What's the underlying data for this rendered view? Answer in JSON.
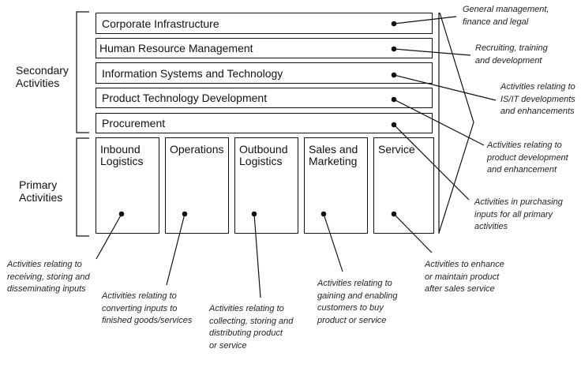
{
  "title": "Value Chain",
  "groups": {
    "secondary": "Secondary\nActivities",
    "primary": "Primary\nActivities"
  },
  "secondary_activities": [
    {
      "label": "Corporate Infrastructure",
      "note": "General management,\nfinance and legal"
    },
    {
      "label": "Human Resource Management",
      "note": "Recruiting, training\nand development"
    },
    {
      "label": "Information Systems and Technology",
      "note": "Activities  relating to\nIS/IT developments\nand enhancements"
    },
    {
      "label": "Product Technology Development",
      "note": "Activities  relating to\nproduct development\nand enhancement"
    },
    {
      "label": "Procurement",
      "note": "Activities  in purchasing\ninputs for all primary\nactivities"
    }
  ],
  "primary_activities": [
    {
      "label": "Inbound\nLogistics",
      "note": "Activities  relating to\nreceiving,  storing and\ndisseminating  inputs"
    },
    {
      "label": "Operations",
      "note": "Activities  relating to\nconverting inputs to\nfinished goods/services"
    },
    {
      "label": "Outbound\nLogistics",
      "note": "Activities  relating to\ncollecting,  storing and\ndistributing  product\nor service"
    },
    {
      "label": "Sales and\nMarketing",
      "note": "Activities  relating to\ngaining and enabling\ncustomers to buy\nproduct or service"
    },
    {
      "label": "Service",
      "note": "Activities  to enhance\nor maintain product\nafter sales service"
    }
  ]
}
